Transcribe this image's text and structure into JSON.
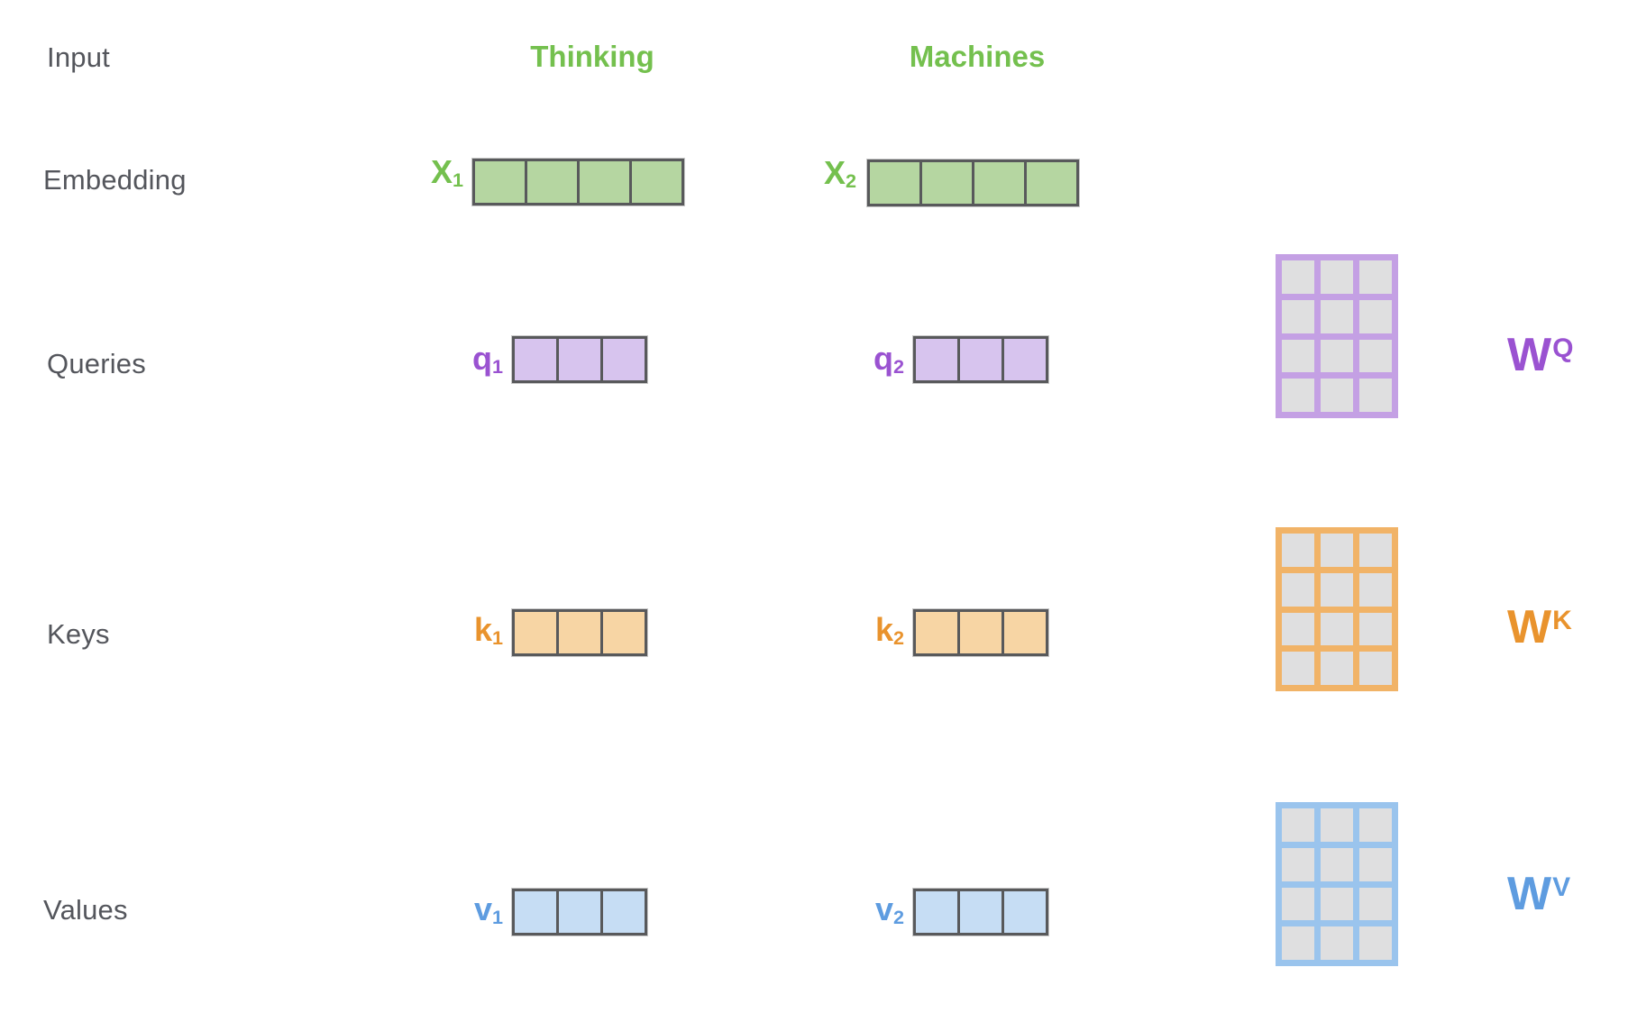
{
  "colors": {
    "background": "#ffffff",
    "label_text": "#54565c",
    "green_text": "#74c04e",
    "green_cell": "#b5d6a1",
    "purple_text": "#9a52d1",
    "purple_cell": "#d7c4ee",
    "purple_matrix_border": "#c4a0e4",
    "orange_text": "#e9932d",
    "orange_cell": "#f7d5a4",
    "orange_matrix_border": "#f1b367",
    "blue_text": "#5e9ce0",
    "blue_cell": "#c6ddf4",
    "blue_matrix_border": "#9ac4ed",
    "matrix_cell_fill": "#dfdfe0",
    "vector_border": "#58595b"
  },
  "diagram": {
    "rows": [
      {
        "id": "input",
        "label": "Input",
        "tokens": [
          "Thinking",
          "Machines"
        ]
      },
      {
        "id": "embedding",
        "label": "Embedding",
        "vectors": [
          {
            "symbol": "X",
            "sub": "1",
            "cells": 4
          },
          {
            "symbol": "X",
            "sub": "2",
            "cells": 4
          }
        ]
      },
      {
        "id": "queries",
        "label": "Queries",
        "vectors": [
          {
            "symbol": "q",
            "sub": "1",
            "cells": 3
          },
          {
            "symbol": "q",
            "sub": "2",
            "cells": 3
          }
        ],
        "weight_matrix": {
          "symbol": "W",
          "sup": "Q",
          "rows": 4,
          "cols": 3
        }
      },
      {
        "id": "keys",
        "label": "Keys",
        "vectors": [
          {
            "symbol": "k",
            "sub": "1",
            "cells": 3
          },
          {
            "symbol": "k",
            "sub": "2",
            "cells": 3
          }
        ],
        "weight_matrix": {
          "symbol": "W",
          "sup": "K",
          "rows": 4,
          "cols": 3
        }
      },
      {
        "id": "values",
        "label": "Values",
        "vectors": [
          {
            "symbol": "v",
            "sub": "1",
            "cells": 3
          },
          {
            "symbol": "v",
            "sub": "2",
            "cells": 3
          }
        ],
        "weight_matrix": {
          "symbol": "W",
          "sup": "V",
          "rows": 4,
          "cols": 3
        }
      }
    ]
  }
}
